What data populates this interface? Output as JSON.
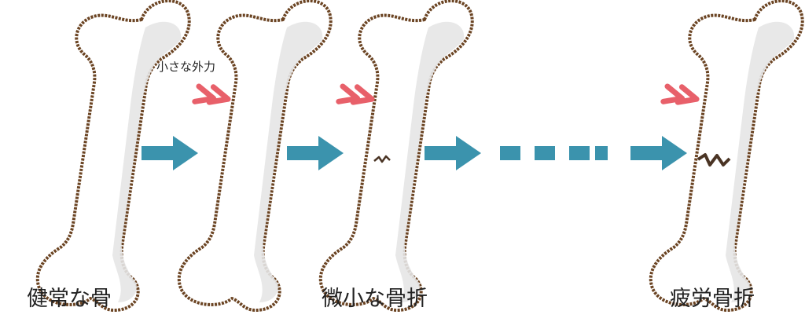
{
  "captions": {
    "healthy": "健常な骨",
    "micro": "微小な骨折",
    "fatigue": "疲労骨折"
  },
  "annotation": {
    "small_force": "小さな外力"
  },
  "colors": {
    "bone_fill": "#ffffff",
    "bone_shade": "#e6e6e6",
    "bone_outline": "#6b4423",
    "arrow": "#3b93ad",
    "force_mark": "#e8606a",
    "crack": "#4a3424"
  },
  "icons": {
    "bone": "bone-icon",
    "flow_arrow": "right-arrow-icon",
    "force": "double-chevron-icon",
    "crack": "crack-icon",
    "continuation": "dashed-line-icon"
  }
}
